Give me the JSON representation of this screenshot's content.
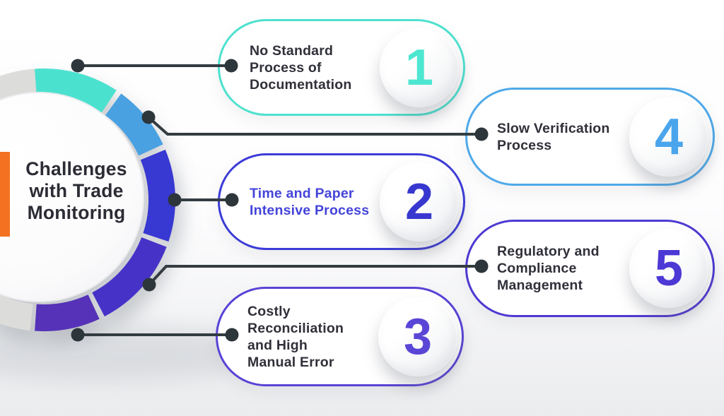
{
  "title": {
    "text": "Challenges\nwith Trade\nMonitoring"
  },
  "colors": {
    "orange_accent": "#F37121",
    "connector_line": "#333C41",
    "connector_dot": "#2D363B",
    "capsule_fill": "#FFFFFF",
    "title_text": "#2C2C35",
    "body_text": "#30303A",
    "background_bottom": "#EBECEE"
  },
  "items": [
    {
      "number": "1",
      "label": "No Standard\nProcess of\nDocumentation",
      "border_color": "#4EE1CF",
      "number_color": "#4DE6D0",
      "label_color": "#30303A"
    },
    {
      "number": "2",
      "label": "Time and Paper\nIntensive Process",
      "border_color": "#3C3CD8",
      "number_color": "#3838D0",
      "label_color": "#4444DA"
    },
    {
      "number": "3",
      "label": "Costly\nReconciliation\nand High\nManual Error",
      "border_color": "#5843D6",
      "number_color": "#5A46D6",
      "label_color": "#30303A"
    },
    {
      "number": "4",
      "label": "Slow Verification\nProcess",
      "border_color": "#4EA9EA",
      "number_color": "#4AA5EC",
      "label_color": "#30303A"
    },
    {
      "number": "5",
      "label": "Regulatory and\nCompliance\nManagement",
      "border_color": "#4D39D2",
      "number_color": "#4C38D4",
      "label_color": "#30303A"
    }
  ],
  "ring": {
    "center_label_ref": "title",
    "segments": [
      {
        "name": "gray-track",
        "color": "#DCDCDA",
        "start_deg": 186,
        "end_deg": 356
      },
      {
        "name": "turquoise",
        "color": "#4BE1CF",
        "start_deg": -4,
        "end_deg": 33.5
      },
      {
        "name": "light-blue",
        "color": "#4AA1E1",
        "start_deg": 36,
        "end_deg": 65
      },
      {
        "name": "royal-blue",
        "color": "#3838D2",
        "start_deg": 67.5,
        "end_deg": 108.5
      },
      {
        "name": "indigo",
        "color": "#4632C8",
        "start_deg": 111,
        "end_deg": 152.5
      },
      {
        "name": "purple",
        "color": "#5431B8",
        "start_deg": 155,
        "end_deg": 184
      }
    ]
  }
}
